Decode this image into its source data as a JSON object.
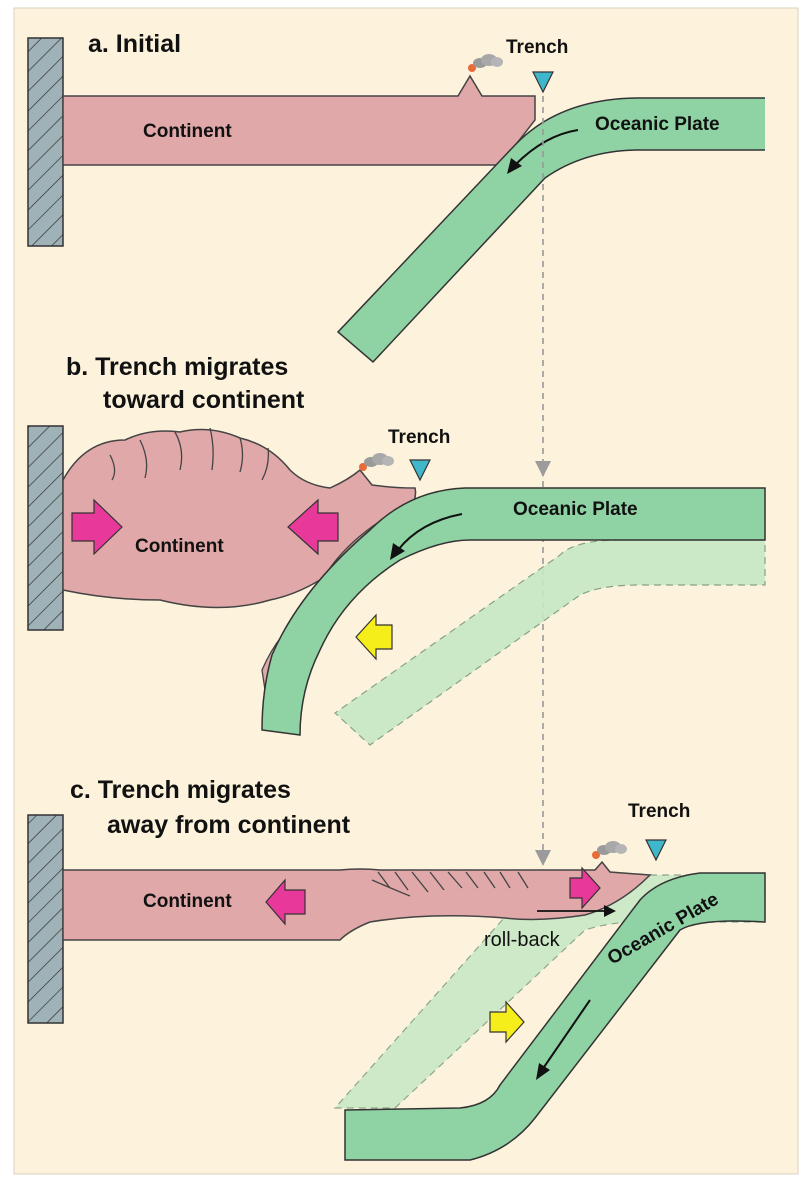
{
  "colors": {
    "background": "#fdf3dc",
    "continent": "#e0a8a8",
    "oceanic_plate": "#8fd3a5",
    "oceanic_plate_ghost": "#c6e8c4",
    "wall": "#9fb2b8",
    "compression_arrow": "#e8389a",
    "rollback_arrow": "#f5ee1a",
    "trench_marker": "#3fb6c9"
  },
  "panels": [
    {
      "heading": "a. Initial",
      "trench_label": "Trench",
      "continent_label": "Continent",
      "plate_label": "Oceanic Plate"
    },
    {
      "heading_line1": "b. Trench migrates",
      "heading_line2": "toward continent",
      "trench_label": "Trench",
      "continent_label": "Continent",
      "plate_label": "Oceanic Plate"
    },
    {
      "heading_line1": "c. Trench migrates",
      "heading_line2": "away from continent",
      "trench_label": "Trench",
      "continent_label": "Continent",
      "plate_label": "Oceanic Plate",
      "rollback_label": "roll-back"
    }
  ]
}
